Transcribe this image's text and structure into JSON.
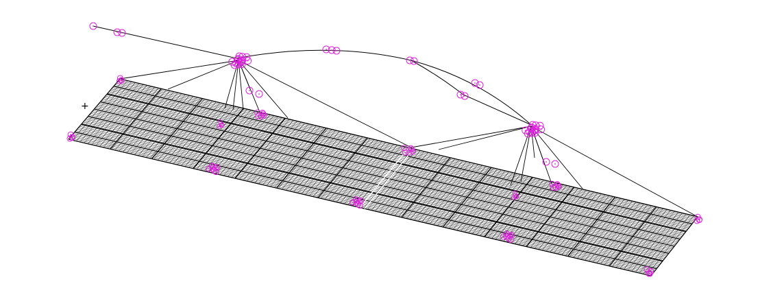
{
  "viewport": {
    "background": "#ffffff",
    "mesh_color": "#000000",
    "cable_color": "#000000",
    "node_marker_color": "#e020e0",
    "origin_marker": "+",
    "node_marker_symbol": "circle-with-center-dot"
  },
  "model": {
    "description_visible": false,
    "components": [
      "deck-mesh",
      "main-cable",
      "hangers",
      "tower-nodes",
      "support-nodes"
    ]
  }
}
